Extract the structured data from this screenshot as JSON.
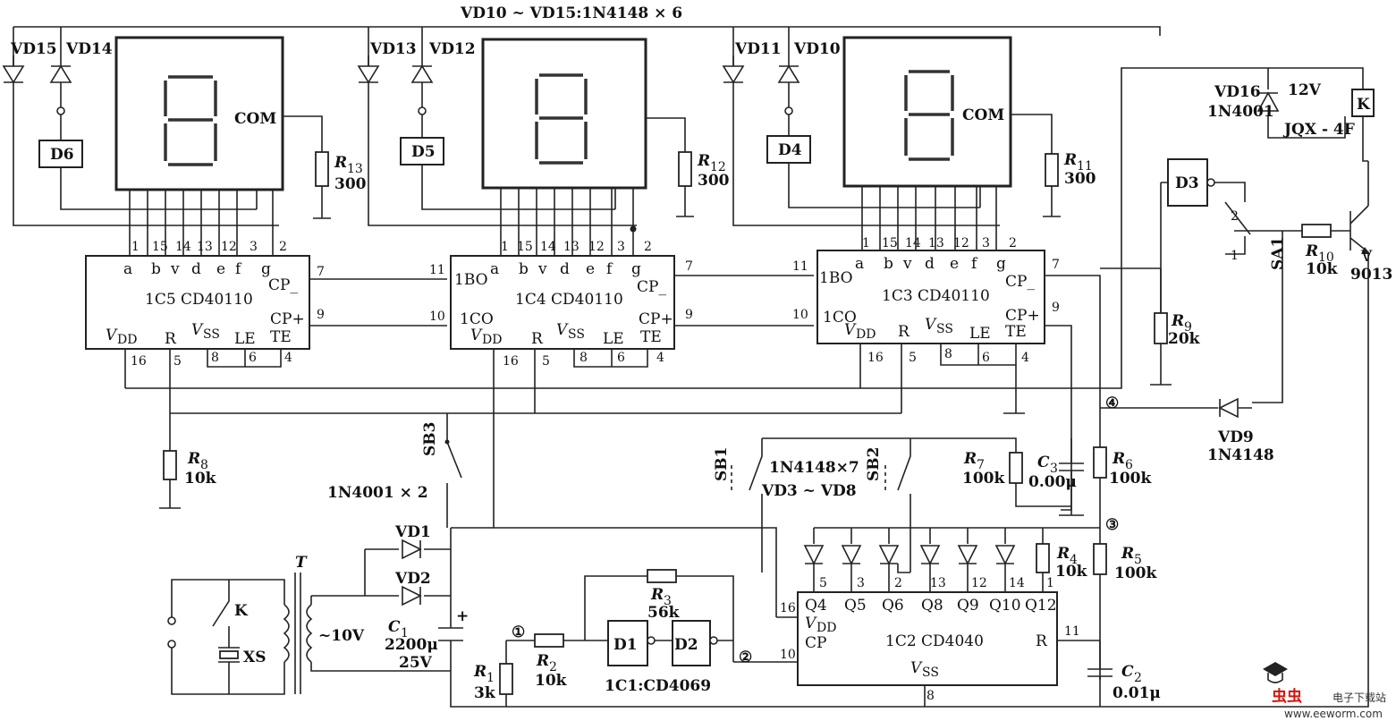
{
  "header": {
    "diode_note": "VD10 ~ VD15:1N4148 × 6"
  },
  "displays": [
    {
      "com_label": "COM",
      "decoder": "D6",
      "diodes": [
        "VD15",
        "VD14"
      ],
      "resistor": {
        "name": "R",
        "sub": "13",
        "value": "300"
      }
    },
    {
      "com_label": "",
      "decoder": "D5",
      "diodes": [
        "VD13",
        "VD12"
      ],
      "resistor": {
        "name": "R",
        "sub": "12",
        "value": "300"
      }
    },
    {
      "com_label": "COM",
      "decoder": "D4",
      "diodes": [
        "VD11",
        "VD10"
      ],
      "resistor": {
        "name": "R",
        "sub": "11",
        "value": "300"
      }
    }
  ],
  "counters": [
    {
      "name": "1C5  CD40110",
      "top_pins": [
        "1",
        "15",
        "14",
        "13",
        "12",
        "3",
        "2"
      ],
      "segments": [
        "a",
        "b",
        "v",
        "d",
        "e",
        "f",
        "g"
      ],
      "has_bo_co": false,
      "bo": "",
      "co": "",
      "cp_minus": "CP_",
      "cp_plus": "CP+",
      "te": "TE",
      "vdd": "V",
      "vdd_sub": "DD",
      "r": "R",
      "vss": "V",
      "vss_sub": "SS",
      "le": "LE",
      "left_pins": [
        "",
        ""
      ],
      "right_pins": [
        "7",
        "9"
      ],
      "bottom_pins": [
        "16",
        "5",
        "8",
        "6",
        "4"
      ]
    },
    {
      "name": "1C4  CD40110",
      "top_pins": [
        "1",
        "15",
        "14",
        "13",
        "12",
        "3",
        "2"
      ],
      "segments": [
        "a",
        "b",
        "v",
        "d",
        "e",
        "f",
        "g"
      ],
      "has_bo_co": true,
      "bo": "1BO",
      "co": "1CO",
      "cp_minus": "CP_",
      "cp_plus": "CP+",
      "te": "TE",
      "vdd": "V",
      "vdd_sub": "DD",
      "r": "R",
      "vss": "V",
      "vss_sub": "SS",
      "le": "LE",
      "left_pins": [
        "11",
        "10"
      ],
      "right_pins": [
        "7",
        "9"
      ],
      "bottom_pins": [
        "16",
        "5",
        "8",
        "6",
        "4"
      ]
    },
    {
      "name": "1C3  CD40110",
      "top_pins": [
        "1",
        "15",
        "14",
        "13",
        "12",
        "3",
        "2"
      ],
      "segments": [
        "a",
        "b",
        "v",
        "d",
        "e",
        "f",
        "g"
      ],
      "has_bo_co": true,
      "bo": "1BO",
      "co": "1CO",
      "cp_minus": "CP_",
      "cp_plus": "CP+",
      "te": "TE",
      "vdd": "V",
      "vdd_sub": "DD",
      "r": "R",
      "vss": "V",
      "vss_sub": "SS",
      "le": "LE",
      "left_pins": [
        "11",
        "10"
      ],
      "right_pins": [
        "7",
        "9"
      ],
      "bottom_pins": [
        "16",
        "5",
        "8",
        "6",
        "4"
      ]
    }
  ],
  "relay": {
    "diode": "VD16",
    "diode_type": "1N4001",
    "supply": "12V",
    "relay_type": "JQX - 4F",
    "coil": "K",
    "gate": "D3",
    "switch": "SA1",
    "switch_pin1": "1",
    "switch_pin2": "2",
    "r10_name": "R",
    "r10_sub": "10",
    "r10_value": "10k",
    "transistor": "V",
    "transistor_type": "9013",
    "r9_name": "R",
    "r9_sub": "9",
    "r9_value": "20k",
    "vd9": "VD9",
    "vd9_type": "1N4148",
    "node4": "④"
  },
  "middle": {
    "r8_name": "R",
    "r8_sub": "8",
    "r8_value": "10k",
    "sb3": "SB3",
    "sb1": "SB1",
    "sb2": "SB2",
    "diode_note": "1N4148×7",
    "diode_range": "VD3 ~ VD8",
    "r7_name": "R",
    "r7_sub": "7",
    "r7_value": "100k",
    "c3_name": "C",
    "c3_sub": "3",
    "c3_value": "0.00μ",
    "r6_name": "R",
    "r6_sub": "6",
    "r6_value": "100k",
    "node3": "③"
  },
  "power": {
    "rect_note": "1N4001 × 2",
    "vd1": "VD1",
    "vd2": "VD2",
    "transformer": "T",
    "ac": "~10V",
    "switch": "K",
    "socket": "XS",
    "c1_name": "C",
    "c1_sub": "1",
    "c1_value": "2200μ",
    "c1_voltage": "25V",
    "plus": "+",
    "r1_name": "R",
    "r1_sub": "1",
    "r1_value": "3k",
    "node1": "①",
    "r2_name": "R",
    "r2_sub": "2",
    "r2_value": "10k",
    "r3_name": "R",
    "r3_sub": "3",
    "r3_value": "56k",
    "d1": "D1",
    "d2": "D2",
    "ic1": "1C1:CD4069",
    "node2": "②"
  },
  "divider": {
    "name": "1C2  CD4040",
    "outputs": [
      "Q4",
      "Q5",
      "Q6",
      "Q8",
      "Q9",
      "Q10",
      "Q12"
    ],
    "output_pins": [
      "5",
      "3",
      "2",
      "13",
      "12",
      "14",
      "1"
    ],
    "vdd": "V",
    "vdd_sub": "DD",
    "cp": "CP",
    "r": "R",
    "vss": "V",
    "vss_sub": "SS",
    "pin_vdd": "16",
    "pin_cp": "10",
    "pin_r": "11",
    "pin_vss": "8",
    "r4_name": "R",
    "r4_sub": "4",
    "r4_value": "10k",
    "r5_name": "R",
    "r5_sub": "5",
    "r5_value": "100k",
    "c2_name": "C",
    "c2_sub": "2",
    "c2_value": "0.01μ"
  },
  "watermark": {
    "brand": "虫虫",
    "title": "电子下载站",
    "url": "www.eeworm.com"
  },
  "colors": {
    "wire": "#222222",
    "watermark_red": "#d4150b"
  }
}
